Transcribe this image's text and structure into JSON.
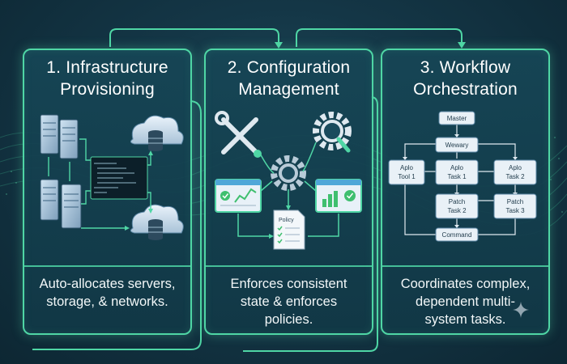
{
  "steps": [
    {
      "title_line1": "1. Infrastructure",
      "title_line2": "Provisioning",
      "desc_line1": "Auto-allocates servers,",
      "desc_line2": "storage, & networks."
    },
    {
      "title_line1": "2. Configuration",
      "title_line2": "Management",
      "desc_line1": "Enforces consistent",
      "desc_line2": "state & enforces",
      "desc_line3": "policies.",
      "doc_label": "Policy"
    },
    {
      "title_line1": "3. Workflow",
      "title_line2": "Orchestration",
      "desc_line1": "Coordinates complex,",
      "desc_line2": "dependent multi-",
      "desc_line3": "system tasks.",
      "nodes": {
        "master": "Master",
        "wewary": "Wewary",
        "tool1_a": "Aplo",
        "tool1_b": "Tool 1",
        "task1_a": "Aplo",
        "task1_b": "Task 1",
        "task2_a": "Aplo",
        "task2_b": "Task 2",
        "patch2_a": "Patch",
        "patch2_b": "Task 2",
        "patch3_a": "Patch",
        "patch3_b": "Task 3",
        "command": "Command"
      }
    }
  ],
  "colors": {
    "accent": "#4fd6a5",
    "panel": "#164656",
    "background": "#143646"
  },
  "icons": [
    "server-icon",
    "cloud-database-icon",
    "terminal-icon",
    "wrench-screwdriver-icon",
    "gear-icon",
    "dashboard-icon",
    "policy-document-icon"
  ]
}
